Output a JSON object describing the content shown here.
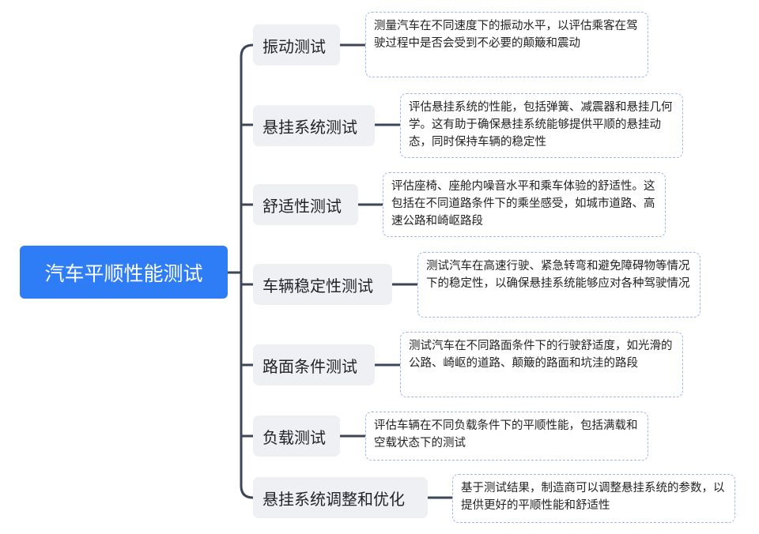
{
  "root": {
    "label": "汽车平顺性能测试",
    "color": "#2e7cf6"
  },
  "branches": [
    {
      "label": "振动测试",
      "description": "测量汽车在不同速度下的振动水平，以评估乘客在驾驶过程中是否会受到不必要的颠簸和震动"
    },
    {
      "label": "悬挂系统测试",
      "description": "评估悬挂系统的性能，包括弹簧、减震器和悬挂几何学。这有助于确保悬挂系统能够提供平顺的悬挂动态，同时保持车辆的稳定性"
    },
    {
      "label": "舒适性测试",
      "description": "评估座椅、座舱内噪音水平和乘车体验的舒适性。这包括在不同道路条件下的乘坐感受，如城市道路、高速公路和崎岖路段"
    },
    {
      "label": "车辆稳定性测试",
      "description": "测试汽车在高速行驶、紧急转弯和避免障碍物等情况下的稳定性，以确保悬挂系统能够应对各种驾驶情况"
    },
    {
      "label": "路面条件测试",
      "description": "测试汽车在不同路面条件下的行驶舒适度，如光滑的公路、崎岖的道路、颠簸的路面和坑洼的路段"
    },
    {
      "label": "负载测试",
      "description": "评估车辆在不同负载条件下的平顺性能，包括满载和空载状态下的测试"
    },
    {
      "label": "悬挂系统调整和优化",
      "description": "基于测试结果，制造商可以调整悬挂系统的参数，以提供更好的平顺性能和舒适性"
    }
  ]
}
